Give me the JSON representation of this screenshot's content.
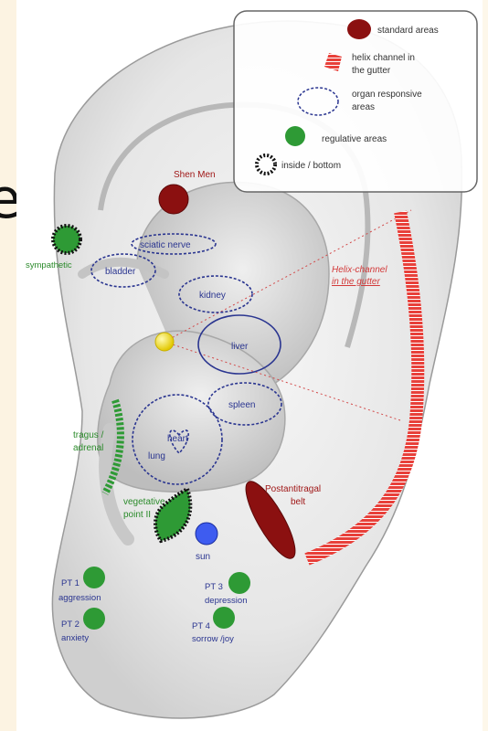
{
  "page": {
    "left_glyph": "e"
  },
  "legend": {
    "standard": "standard areas",
    "helix_1": "helix channel in",
    "helix_2": "the gutter",
    "organ_1": "organ responsive",
    "organ_2": "areas",
    "regulative": "regulative areas",
    "inside": "inside / bottom"
  },
  "labels": {
    "shen_men": "Shen Men",
    "sympathetic": "sympathetic",
    "sciatic": "sciatic nerve",
    "bladder": "bladder",
    "kidney": "kidney",
    "liver": "liver",
    "spleen": "spleen",
    "heart": "heart",
    "lung": "lung",
    "tragus_1": "tragus /",
    "tragus_2": "adrenal",
    "vegetative_1": "vegetative",
    "vegetative_2": "point II",
    "sun": "sun",
    "postantitragal_1": "Postantitragal",
    "postantitragal_2": "belt",
    "helix_channel_1": "Helix-channel",
    "helix_channel_2": "in the gutter",
    "pt1": "PT 1",
    "pt1_desc": "aggression",
    "pt2": "PT 2",
    "pt2_desc": "anxiety",
    "pt3": "PT 3",
    "pt3_desc": "depression",
    "pt4": "PT 4",
    "pt4_desc": "sorrow /joy"
  },
  "colors": {
    "standard": "#8b1010",
    "helix": "#e8403a",
    "organ": "#2a3590",
    "regulative": "#2e9a35",
    "sun": "#3e5cf0",
    "center": "#f5e02a",
    "label_red": "#a01818",
    "label_green": "#2a8a2a"
  }
}
